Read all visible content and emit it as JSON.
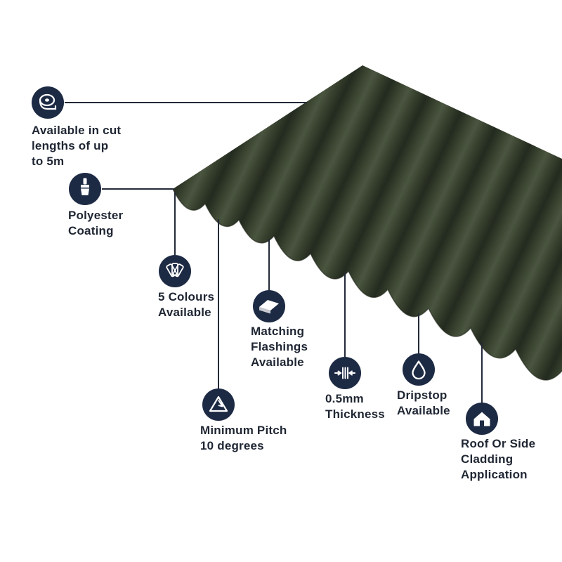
{
  "image_title": "Corrugated roofing sheet product features",
  "colors": {
    "sheet_green_dark": "#232a1f",
    "sheet_green_mid": "#39432f",
    "sheet_green_light": "#4a5540",
    "icon_background": "#1d2a44",
    "text_color": "#1f2633",
    "line_color": "#232a38",
    "background": "#ffffff"
  },
  "features": [
    {
      "icon": "tape-measure-icon",
      "label": "Available in cut\nlengths of up\nto 5m"
    },
    {
      "icon": "paintbrush-icon",
      "label": "Polyester\nCoating"
    },
    {
      "icon": "colour-swatch-icon",
      "label": "5 Colours\nAvailable"
    },
    {
      "icon": "flashing-icon",
      "label": "Matching\nFlashings\nAvailable"
    },
    {
      "icon": "pitch-angle-icon",
      "label": "Minimum Pitch\n10 degrees"
    },
    {
      "icon": "thickness-icon",
      "label": "0.5mm\nThickness"
    },
    {
      "icon": "droplet-icon",
      "label": "Dripstop\nAvailable"
    },
    {
      "icon": "house-icon",
      "label": "Roof Or Side\nCladding\nApplication"
    }
  ]
}
